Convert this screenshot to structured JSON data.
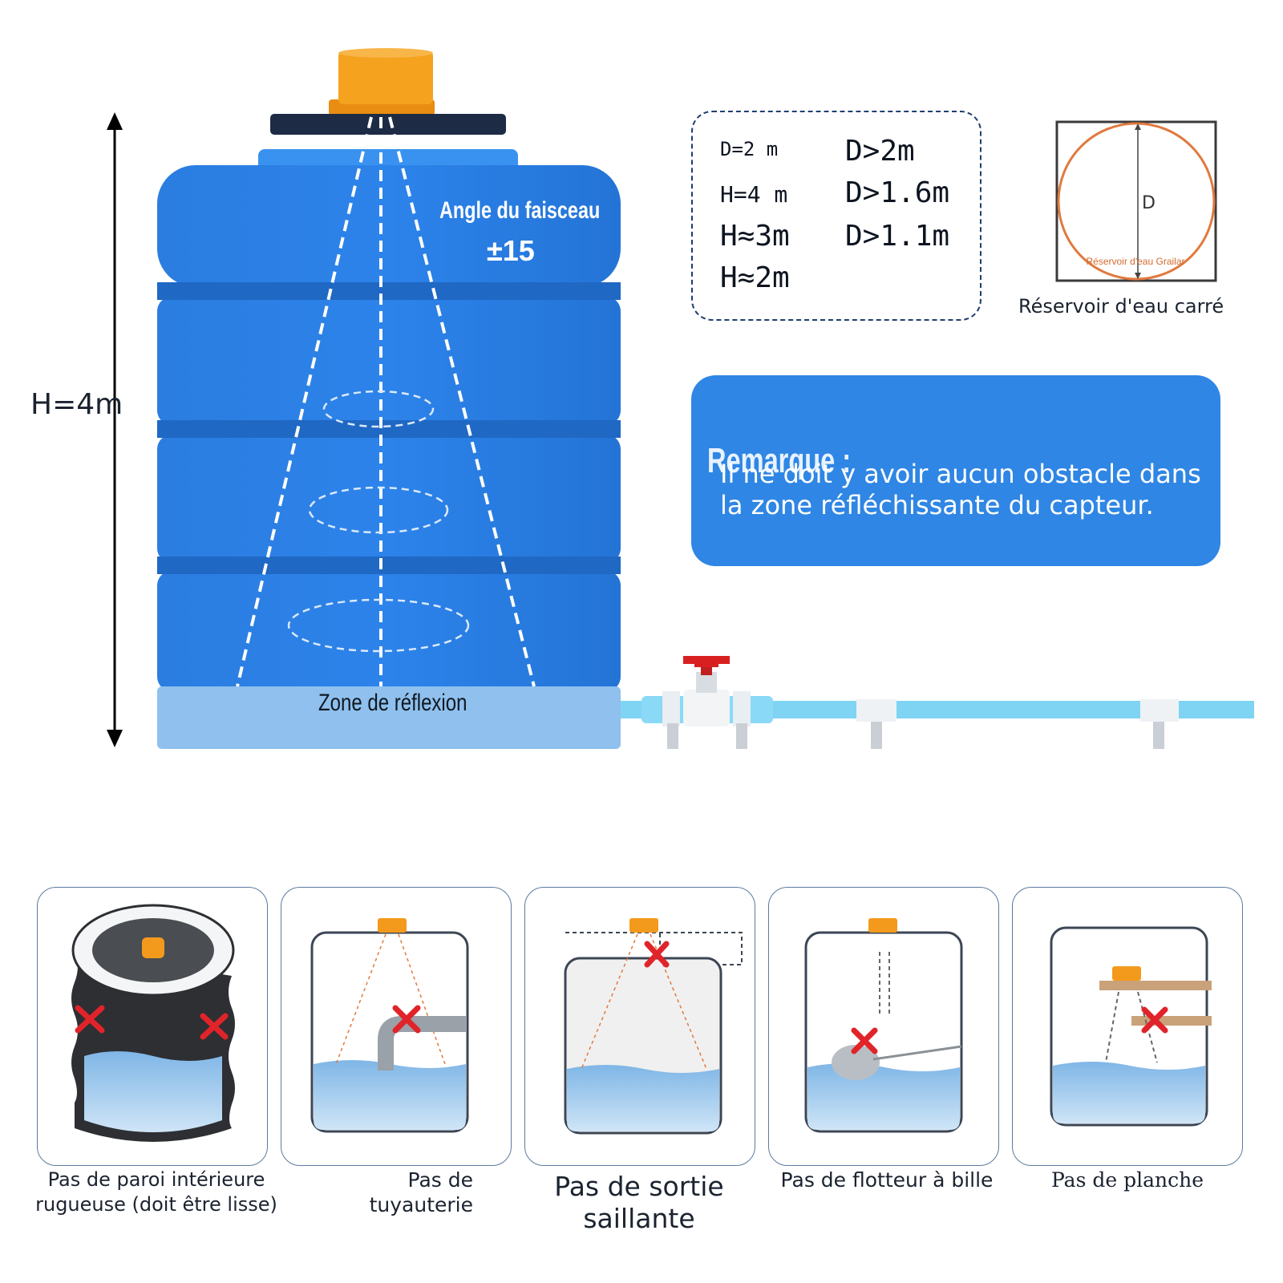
{
  "tank_diagram": {
    "height_label": "H=4m",
    "beam_angle_title": "Angle du faisceau",
    "beam_angle_value": "±15",
    "reflection_zone_label": "Zone de réflexion"
  },
  "specs": {
    "rows": [
      {
        "left": "D=2 m",
        "right": "D>2m"
      },
      {
        "left": "H=4 m",
        "right": "D>1.6m"
      },
      {
        "left": "H≈3m",
        "right": "D>1.1m"
      },
      {
        "left": "H≈2m",
        "right": ""
      }
    ]
  },
  "square_tank": {
    "diameter_label": "D",
    "inner_text": "Réservoir d'eau Grailar",
    "caption": "Réservoir d'eau carré"
  },
  "note": {
    "title": "Remarque :",
    "text": "Il ne doit y avoir aucun obstacle dans la zone réfléchissante du capteur."
  },
  "panels": [
    {
      "caption": "Pas de paroi intérieure rugueuse (doit être lisse)"
    },
    {
      "caption": "Pas de tuyauterie"
    },
    {
      "caption": "Pas de sortie saillante"
    },
    {
      "caption": "Pas de flotteur à bille"
    },
    {
      "caption": "Pas de planche"
    }
  ],
  "colors": {
    "tank_blue": "#2a7ee0",
    "tank_light": "#3a92f0",
    "reflection_zone": "#8fc0ee",
    "sensor_orange": "#f39a1c",
    "pipe": "#7fd4f4",
    "valve_red": "#d92020",
    "note_blue": "#2f86e4",
    "cross_red": "#e0242a"
  }
}
